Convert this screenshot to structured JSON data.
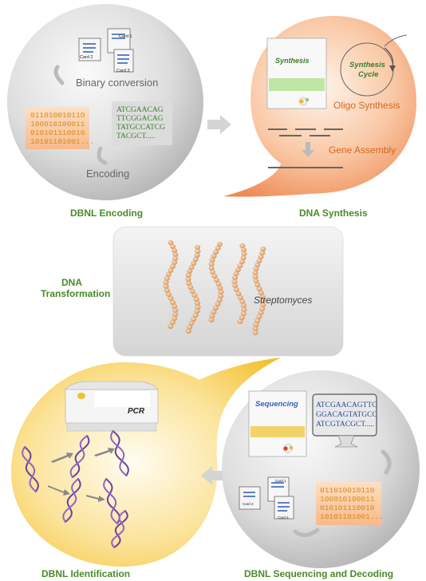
{
  "panels": {
    "encoding": {
      "caption": "DBNL Encoding",
      "cards": [
        "Card 1",
        "Card 2",
        "Card 3"
      ],
      "binary_conversion_label": "Binary conversion",
      "binary_lines": [
        "01101001011O",
        "100010100011",
        "010101110010",
        "10101101001..."
      ],
      "dna_lines": [
        "ATCGAACAG",
        "TTCGGACAG",
        "TATGCCATCG",
        "TACGCT....."
      ],
      "encoding_label": "Encoding"
    },
    "synthesis": {
      "caption": "DNA Synthesis",
      "machine_label": "Synthesis",
      "cycle_label_1": "Synthesis",
      "cycle_label_2": "Cycle",
      "oligo_label": "Oligo Synthesis",
      "gene_label": "Gene Assembly"
    },
    "transformation": {
      "caption_line1": "DNA",
      "caption_line2": "Transformation",
      "organism_label": "Streptomyces"
    },
    "identification": {
      "caption": "DBNL Identification",
      "machine_label": "PCR"
    },
    "sequencing": {
      "caption": "DBNL Sequencing and Decoding",
      "machine_label": "Sequencing",
      "screen_lines": [
        "ATCGAACAGTTC",
        "GGACAGTATGCC",
        "ATCGTACGCT....."
      ],
      "cards": [
        "Card 1",
        "Card 2",
        "Card 3"
      ],
      "binary_lines": [
        "011010010110",
        "100010100011",
        "010101110010",
        "10101101001..."
      ]
    }
  },
  "colors": {
    "caption_green": "#4a8a2a",
    "orange_accent": "#d2691e",
    "dna_green": "#3a7d2a",
    "binary_orange": "#e8a23a",
    "dna_purple": "#6b3fa0"
  }
}
